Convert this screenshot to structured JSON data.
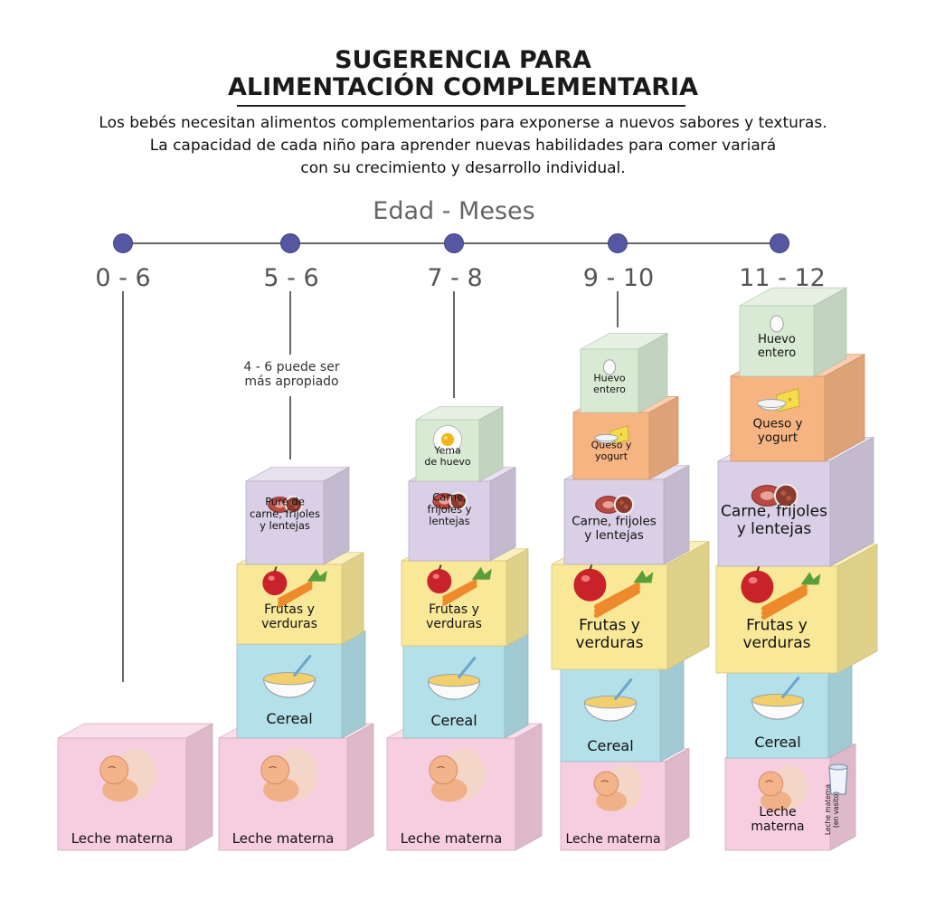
{
  "title": {
    "line1": "SUGERENCIA PARA",
    "line2": "ALIMENTACIÓN COMPLEMENTARIA"
  },
  "subtitle": {
    "line1": "Los bebés necesitan alimentos complementarios para exponerse a nuevos sabores y texturas.",
    "line2": "La capacidad de cada niño para aprender nuevas habilidades para comer variará",
    "line3": "con su crecimiento y desarrollo individual."
  },
  "axis_title": "Edad - Meses",
  "age_groups": [
    "0 - 6",
    "5 - 6",
    "7 - 8",
    "9 - 10",
    "11 - 12"
  ],
  "note": {
    "line1": "4 - 6 puede ser",
    "line2": "más apropiado"
  },
  "colors": {
    "dot": "#5557a3",
    "milk": "#f7cde0",
    "cereal": "#b4e0ea",
    "fruit": "#f8e898",
    "meat": "#d9cfe6",
    "cheese": "#f5b482",
    "egg_yolk": "#d8ead4",
    "egg": "#d8ead4"
  },
  "icons": [
    "baby-breastfeeding-icon",
    "cereal-bowl-icon",
    "apple-carrot-icon",
    "meat-beans-icon",
    "cheese-yogurt-icon",
    "egg-yolk-icon",
    "whole-egg-icon",
    "cup-icon"
  ],
  "blocks": [
    {
      "group": 0,
      "type": "milk",
      "icon": "baby-breastfeeding-icon",
      "lines": [
        "Leche materna"
      ]
    },
    {
      "group": 1,
      "type": "milk",
      "icon": "baby-breastfeeding-icon",
      "lines": [
        "Leche materna"
      ]
    },
    {
      "group": 1,
      "type": "cereal",
      "icon": "cereal-bowl-icon",
      "lines": [
        "Cereal"
      ]
    },
    {
      "group": 1,
      "type": "fruit",
      "icon": "apple-carrot-icon",
      "lines": [
        "Frutas y",
        "verduras"
      ]
    },
    {
      "group": 1,
      "type": "meat",
      "icon": "meat-beans-icon",
      "lines": [
        "Pure de",
        "carne, frijoles",
        "y lentejas"
      ]
    },
    {
      "group": 2,
      "type": "milk",
      "icon": "baby-breastfeeding-icon",
      "lines": [
        "Leche materna"
      ]
    },
    {
      "group": 2,
      "type": "cereal",
      "icon": "cereal-bowl-icon",
      "lines": [
        "Cereal"
      ]
    },
    {
      "group": 2,
      "type": "fruit",
      "icon": "apple-carrot-icon",
      "lines": [
        "Frutas y",
        "verduras"
      ]
    },
    {
      "group": 2,
      "type": "meat",
      "icon": "meat-beans-icon",
      "lines": [
        "Carne,",
        "frijoles y",
        "lentejas"
      ]
    },
    {
      "group": 2,
      "type": "egg_yolk",
      "icon": "egg-yolk-icon",
      "lines": [
        "Yema",
        "de huevo"
      ]
    },
    {
      "group": 3,
      "type": "milk",
      "icon": "baby-breastfeeding-icon",
      "lines": [
        "Leche materna"
      ]
    },
    {
      "group": 3,
      "type": "cereal",
      "icon": "cereal-bowl-icon",
      "lines": [
        "Cereal"
      ]
    },
    {
      "group": 3,
      "type": "fruit",
      "icon": "apple-carrot-icon",
      "lines": [
        "Frutas y",
        "verduras"
      ]
    },
    {
      "group": 3,
      "type": "meat",
      "icon": "meat-beans-icon",
      "lines": [
        "Carne, frijoles",
        "y lentejas"
      ]
    },
    {
      "group": 3,
      "type": "cheese",
      "icon": "cheese-yogurt-icon",
      "lines": [
        "Queso y",
        "yogurt"
      ]
    },
    {
      "group": 3,
      "type": "egg",
      "icon": "whole-egg-icon",
      "lines": [
        "Huevo",
        "entero"
      ]
    },
    {
      "group": 4,
      "type": "milk",
      "icon": "baby-breastfeeding-icon",
      "lines": [
        "Leche",
        "materna"
      ]
    },
    {
      "group": 4,
      "type": "cereal",
      "icon": "cereal-bowl-icon",
      "lines": [
        "Cereal"
      ]
    },
    {
      "group": 4,
      "type": "fruit",
      "icon": "apple-carrot-icon",
      "lines": [
        "Frutas y",
        "verduras"
      ]
    },
    {
      "group": 4,
      "type": "meat",
      "icon": "meat-beans-icon",
      "lines": [
        "Carne, frijoles",
        "y lentejas"
      ]
    },
    {
      "group": 4,
      "type": "cheese",
      "icon": "cheese-yogurt-icon",
      "lines": [
        "Queso y",
        "yogurt"
      ]
    },
    {
      "group": 4,
      "type": "egg",
      "icon": "whole-egg-icon",
      "lines": [
        "Huevo",
        "entero"
      ]
    }
  ],
  "cup_label": {
    "line1": "Leche materna",
    "line2": "(en vasito)"
  }
}
